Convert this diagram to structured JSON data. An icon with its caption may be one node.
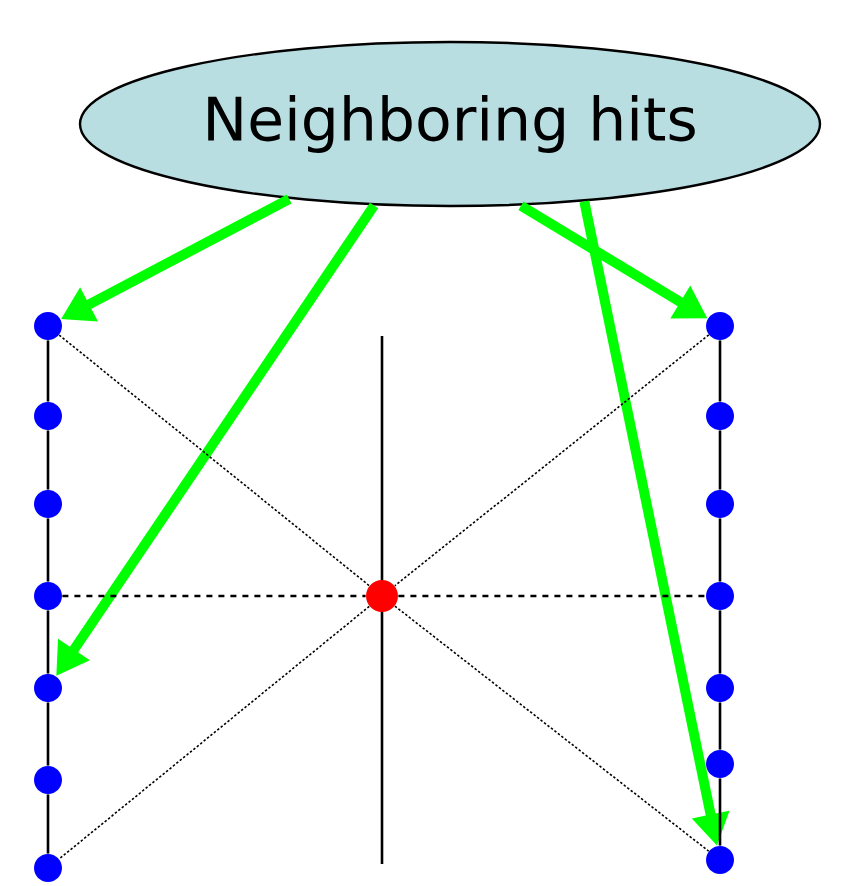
{
  "diagram": {
    "nodes": [
      {
        "text": [
          "Neighboring hits"
        ]
      },
      {
        "text": [],
        "shape": "circle"
      },
      {
        "text": [],
        "shape": "circle"
      },
      {
        "text": [],
        "shape": "circle"
      },
      {
        "text": [],
        "shape": "circle"
      },
      {
        "text": [],
        "shape": "circle"
      },
      {
        "text": [],
        "shape": "circle"
      },
      {
        "text": [],
        "shape": "circle"
      },
      {
        "text": [],
        "shape": "circle"
      },
      {
        "text": [],
        "shape": "circle"
      },
      {
        "text": [],
        "shape": "circle"
      },
      {
        "text": [],
        "shape": "circle"
      },
      {
        "text": [],
        "shape": "circle"
      },
      {
        "text": [],
        "shape": "circle"
      },
      {
        "text": [],
        "shape": "circle"
      },
      {
        "text": [],
        "shape": "circle"
      }
    ],
    "edges": [
      {
        "from": 0,
        "to": 1,
        "arrow": "to",
        "style": "thick",
        "color": "#00ff00"
      },
      {
        "from": 0,
        "to": 5,
        "arrow": "to",
        "style": "thick",
        "color": "#00ff00"
      },
      {
        "from": 0,
        "to": 9,
        "arrow": "to",
        "style": "thick",
        "color": "#00ff00"
      },
      {
        "from": 0,
        "to": 15,
        "arrow": "to",
        "style": "thick",
        "color": "#00ff00"
      },
      {
        "from": 1,
        "to": 8,
        "arrow": "none",
        "style": "dashed"
      },
      {
        "from": 8,
        "to": 15,
        "arrow": "none",
        "style": "dashed"
      },
      {
        "from": 9,
        "to": 8,
        "arrow": "none",
        "style": "dashed"
      },
      {
        "from": 8,
        "to": 7,
        "arrow": "none",
        "style": "dashed"
      },
      {
        "from": 4,
        "to": 8,
        "arrow": "none",
        "style": "dashed"
      },
      {
        "from": 8,
        "to": 12,
        "arrow": "none",
        "style": "dashed"
      },
      {
        "from": 1,
        "to": 2,
        "arrow": "none"
      },
      {
        "from": 2,
        "to": 3,
        "arrow": "none"
      },
      {
        "from": 3,
        "to": 4,
        "arrow": "none"
      },
      {
        "from": 4,
        "to": 5,
        "arrow": "none"
      },
      {
        "from": 5,
        "to": 6,
        "arrow": "none"
      },
      {
        "from": 6,
        "to": 7,
        "arrow": "none"
      },
      {
        "from": 9,
        "to": 10,
        "arrow": "none"
      },
      {
        "from": 10,
        "to": 11,
        "arrow": "none"
      },
      {
        "from": 11,
        "to": 12,
        "arrow": "none"
      },
      {
        "from": 12,
        "to": 13,
        "arrow": "none"
      },
      {
        "from": 13,
        "to": 14,
        "arrow": "none"
      },
      {
        "from": 14,
        "to": 15,
        "arrow": "none"
      }
    ]
  }
}
